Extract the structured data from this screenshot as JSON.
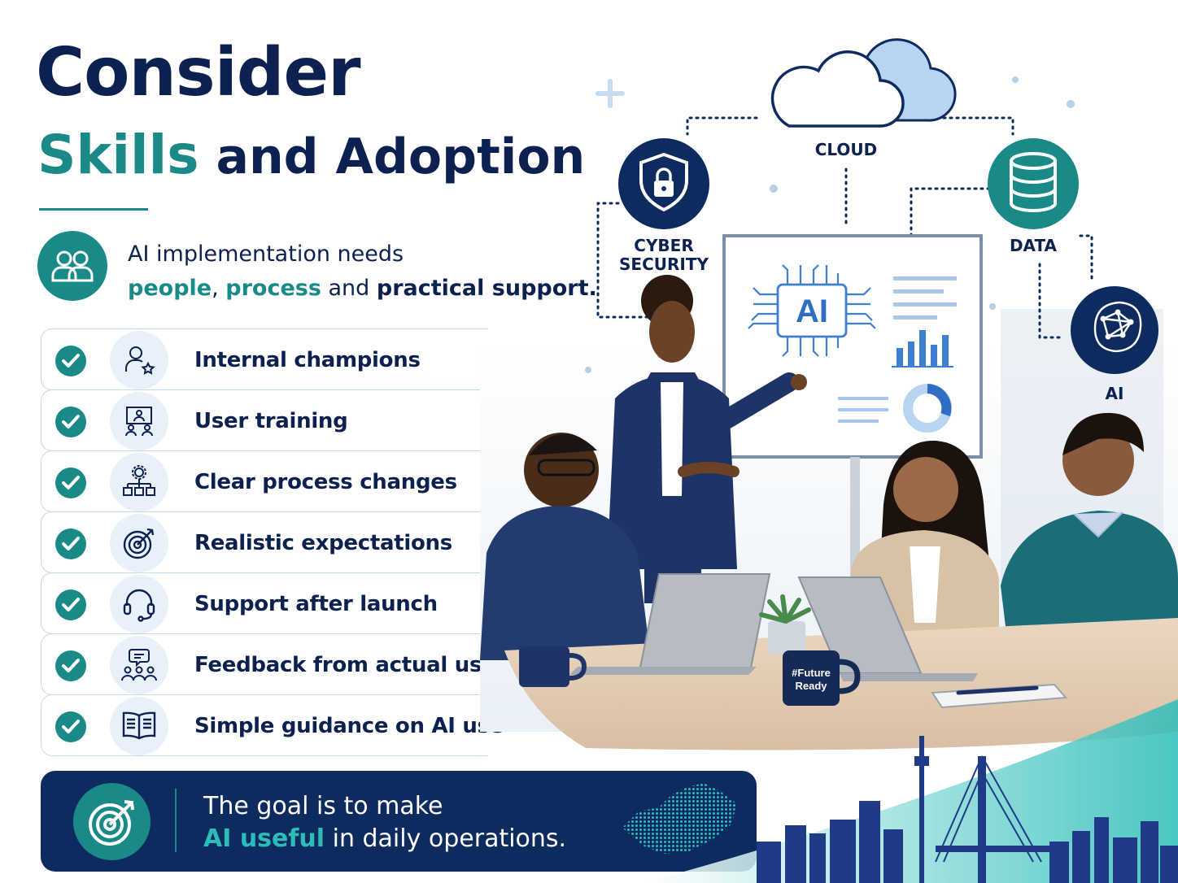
{
  "heading": {
    "line1": "Consider",
    "line2_accent": "Skills",
    "line2_rest": " and Adoption"
  },
  "intro": {
    "line1": "AI implementation needs",
    "em1": "people",
    "sep1": ", ",
    "em2": "process",
    "sep2": " and ",
    "em3": "practical support."
  },
  "checklist": [
    {
      "label": "Internal champions",
      "icon": "person-star-icon"
    },
    {
      "label": "User training",
      "icon": "presentation-icon"
    },
    {
      "label": "Clear process changes",
      "icon": "process-gear-icon"
    },
    {
      "label": "Realistic expectations",
      "icon": "target-icon"
    },
    {
      "label": "Support after launch",
      "icon": "headset-icon"
    },
    {
      "label": "Feedback from actual users",
      "icon": "feedback-group-icon"
    },
    {
      "label": "Simple guidance on AI use",
      "icon": "book-icon"
    }
  ],
  "goal": {
    "line1": "The goal is to make",
    "em": "AI useful",
    "rest": " in daily operations."
  },
  "diagram": {
    "cloud": "CLOUD",
    "cyber_line1": "CYBER",
    "cyber_line2": "SECURITY",
    "data": "DATA",
    "ai": "AI",
    "screen_ai": "AI"
  },
  "mug_text_line1": "#Future",
  "mug_text_line2": "Ready",
  "colors": {
    "navy": "#0d2150",
    "teal": "#1a8a88",
    "banner": "#0d2b5e",
    "light_blue": "#e8f0fa"
  }
}
